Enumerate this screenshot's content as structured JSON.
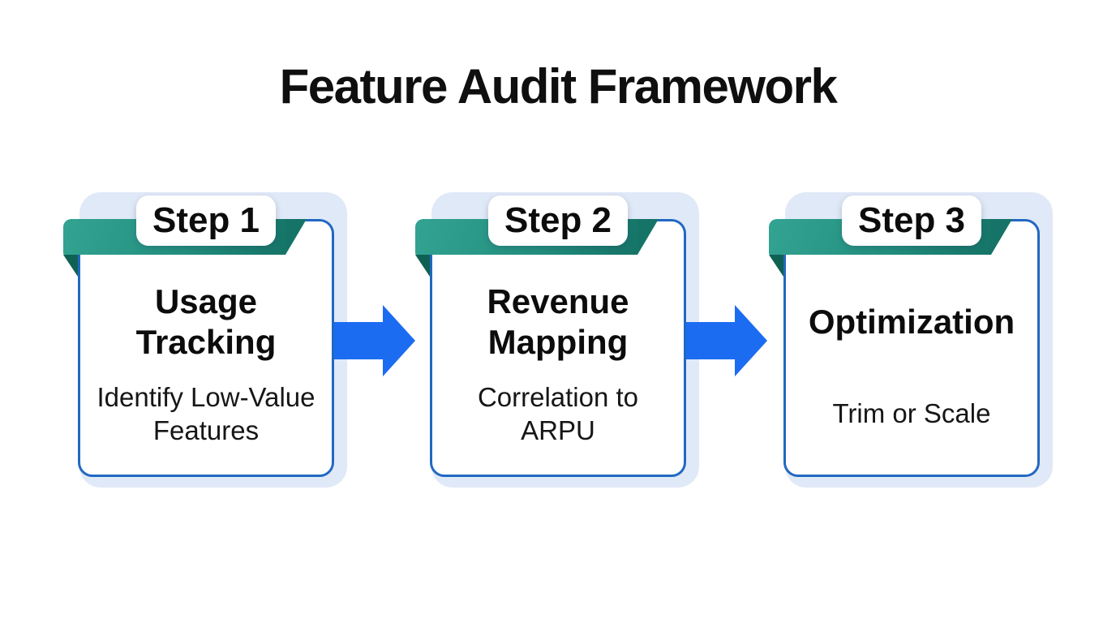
{
  "title": "Feature Audit Framework",
  "steps": [
    {
      "badge": "Step 1",
      "heading": "Usage Tracking",
      "subtitle": "Identify Low-Value Features"
    },
    {
      "badge": "Step 2",
      "heading": "Revenue Mapping",
      "subtitle": "Correlation to ARPU"
    },
    {
      "badge": "Step 3",
      "heading": "Optimization",
      "subtitle": "Trim or Scale"
    }
  ],
  "colors": {
    "ribbon-teal": "#23907f",
    "ribbon-teal-light": "#33a392",
    "ribbon-teal-dark": "#157467",
    "ribbon-fold": "#0f6152",
    "panel-border": "#2168c2",
    "backdrop": "#e0e9f7",
    "arrow-blue": "#1c6cf2",
    "text": "#0f0f0f"
  }
}
